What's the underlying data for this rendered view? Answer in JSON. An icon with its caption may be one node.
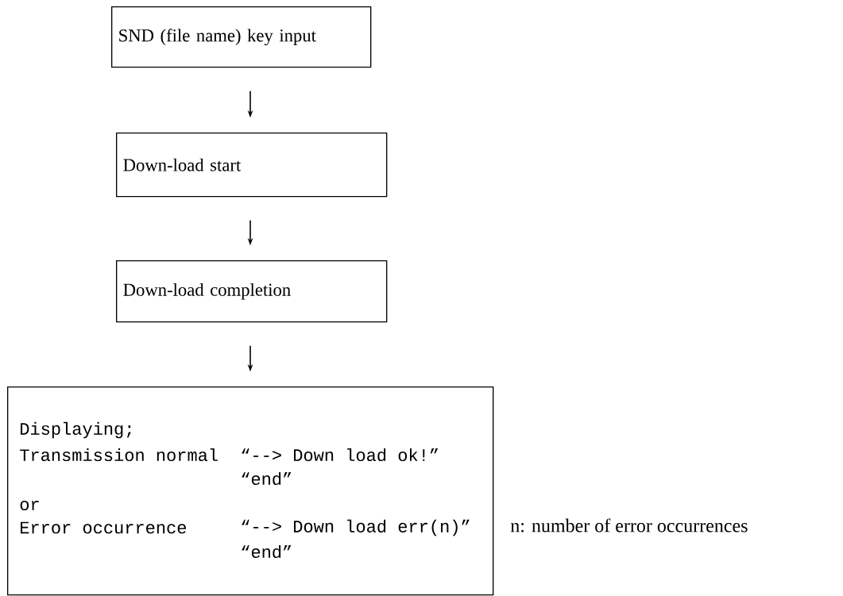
{
  "diagram": {
    "nodes": [
      {
        "text": [
          "SND (file name) key input"
        ]
      },
      {
        "text": [
          "Down-load start"
        ]
      },
      {
        "text": [
          "Down-load completion"
        ]
      },
      {
        "text": [
          "Displaying;",
          "Transmission normal",
          "“--> Down load ok!”",
          "“end”",
          "or",
          "Error occurrence",
          "“--> Down load err(n)”",
          "“end”"
        ],
        "beside": [
          "n: number of error occurrences"
        ]
      }
    ],
    "edges": [
      {
        "from": 0,
        "to": 1,
        "arrow": "to"
      },
      {
        "from": 1,
        "to": 2,
        "arrow": "to"
      },
      {
        "from": 2,
        "to": 3,
        "arrow": "to"
      }
    ]
  }
}
